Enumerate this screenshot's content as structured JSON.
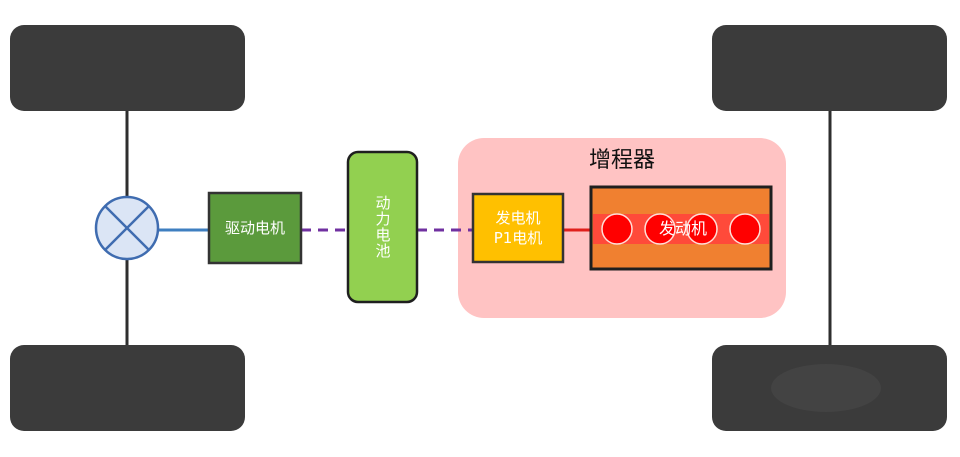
{
  "diagram": {
    "range_extender_title": "增程器",
    "drive_motor_label": "驱动电机",
    "battery_label": "动力电池",
    "generator_label_line1": "发电机",
    "generator_label_line2": "P1电机",
    "engine_label": "发动机"
  },
  "colors": {
    "wheel": "#3b3b3b",
    "axle": "#2e2e2e",
    "differential_fill": "#dbe5f5",
    "differential_stroke": "#3f6cb0",
    "drive_shaft": "#3f7fc0",
    "drive_motor": "#5b9a3c",
    "battery": "#92d050",
    "hv_dashed_line": "#7030a0",
    "range_extender_bg": "#ffc3c3",
    "generator": "#ffc000",
    "engine": "#f08030",
    "cylinder": "#ff0000",
    "engine_stripe": "#ff4a3a"
  }
}
